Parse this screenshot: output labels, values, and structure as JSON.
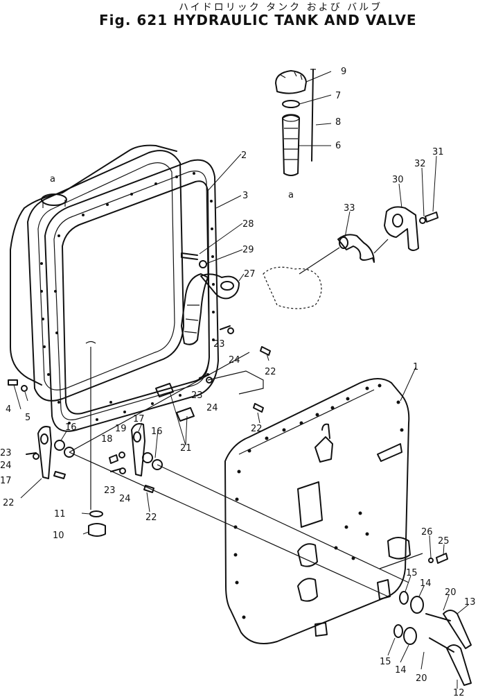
{
  "header": {
    "title_jp": "ハイドロリック タンク および バルブ",
    "title_en": "Fig. 621 HYDRAULIC TANK AND VALVE"
  },
  "callouts": [
    {
      "id": "c9",
      "text": "9"
    },
    {
      "id": "c7",
      "text": "7"
    },
    {
      "id": "c8",
      "text": "8"
    },
    {
      "id": "c6",
      "text": "6"
    },
    {
      "id": "ca1",
      "text": "a"
    },
    {
      "id": "ca2",
      "text": "a"
    },
    {
      "id": "c2",
      "text": "2"
    },
    {
      "id": "c3",
      "text": "3"
    },
    {
      "id": "c31",
      "text": "31"
    },
    {
      "id": "c32",
      "text": "32"
    },
    {
      "id": "c30",
      "text": "30"
    },
    {
      "id": "c33",
      "text": "33"
    },
    {
      "id": "c28",
      "text": "28"
    },
    {
      "id": "c29",
      "text": "29"
    },
    {
      "id": "c27",
      "text": "27"
    },
    {
      "id": "c23a",
      "text": "23"
    },
    {
      "id": "c24a",
      "text": "24"
    },
    {
      "id": "c22a",
      "text": "22"
    },
    {
      "id": "c23b",
      "text": "23"
    },
    {
      "id": "c24b",
      "text": "24"
    },
    {
      "id": "c22b",
      "text": "22"
    },
    {
      "id": "c1",
      "text": "1"
    },
    {
      "id": "c4",
      "text": "4"
    },
    {
      "id": "c5",
      "text": "5"
    },
    {
      "id": "c16a",
      "text": "16"
    },
    {
      "id": "c17a",
      "text": "17"
    },
    {
      "id": "c18",
      "text": "18"
    },
    {
      "id": "c19",
      "text": "19"
    },
    {
      "id": "c16b",
      "text": "16"
    },
    {
      "id": "c21",
      "text": "21"
    },
    {
      "id": "c23c",
      "text": "23"
    },
    {
      "id": "c24c",
      "text": "24"
    },
    {
      "id": "c17b",
      "text": "17"
    },
    {
      "id": "c22c",
      "text": "22"
    },
    {
      "id": "c23d",
      "text": "23"
    },
    {
      "id": "c24d",
      "text": "24"
    },
    {
      "id": "c22d",
      "text": "22"
    },
    {
      "id": "c11",
      "text": "11"
    },
    {
      "id": "c10",
      "text": "10"
    },
    {
      "id": "c26",
      "text": "26"
    },
    {
      "id": "c25",
      "text": "25"
    },
    {
      "id": "c15a",
      "text": "15"
    },
    {
      "id": "c14a",
      "text": "14"
    },
    {
      "id": "c20a",
      "text": "20"
    },
    {
      "id": "c13",
      "text": "13"
    },
    {
      "id": "c15b",
      "text": "15"
    },
    {
      "id": "c14b",
      "text": "14"
    },
    {
      "id": "c20b",
      "text": "20"
    },
    {
      "id": "c12",
      "text": "12"
    }
  ]
}
